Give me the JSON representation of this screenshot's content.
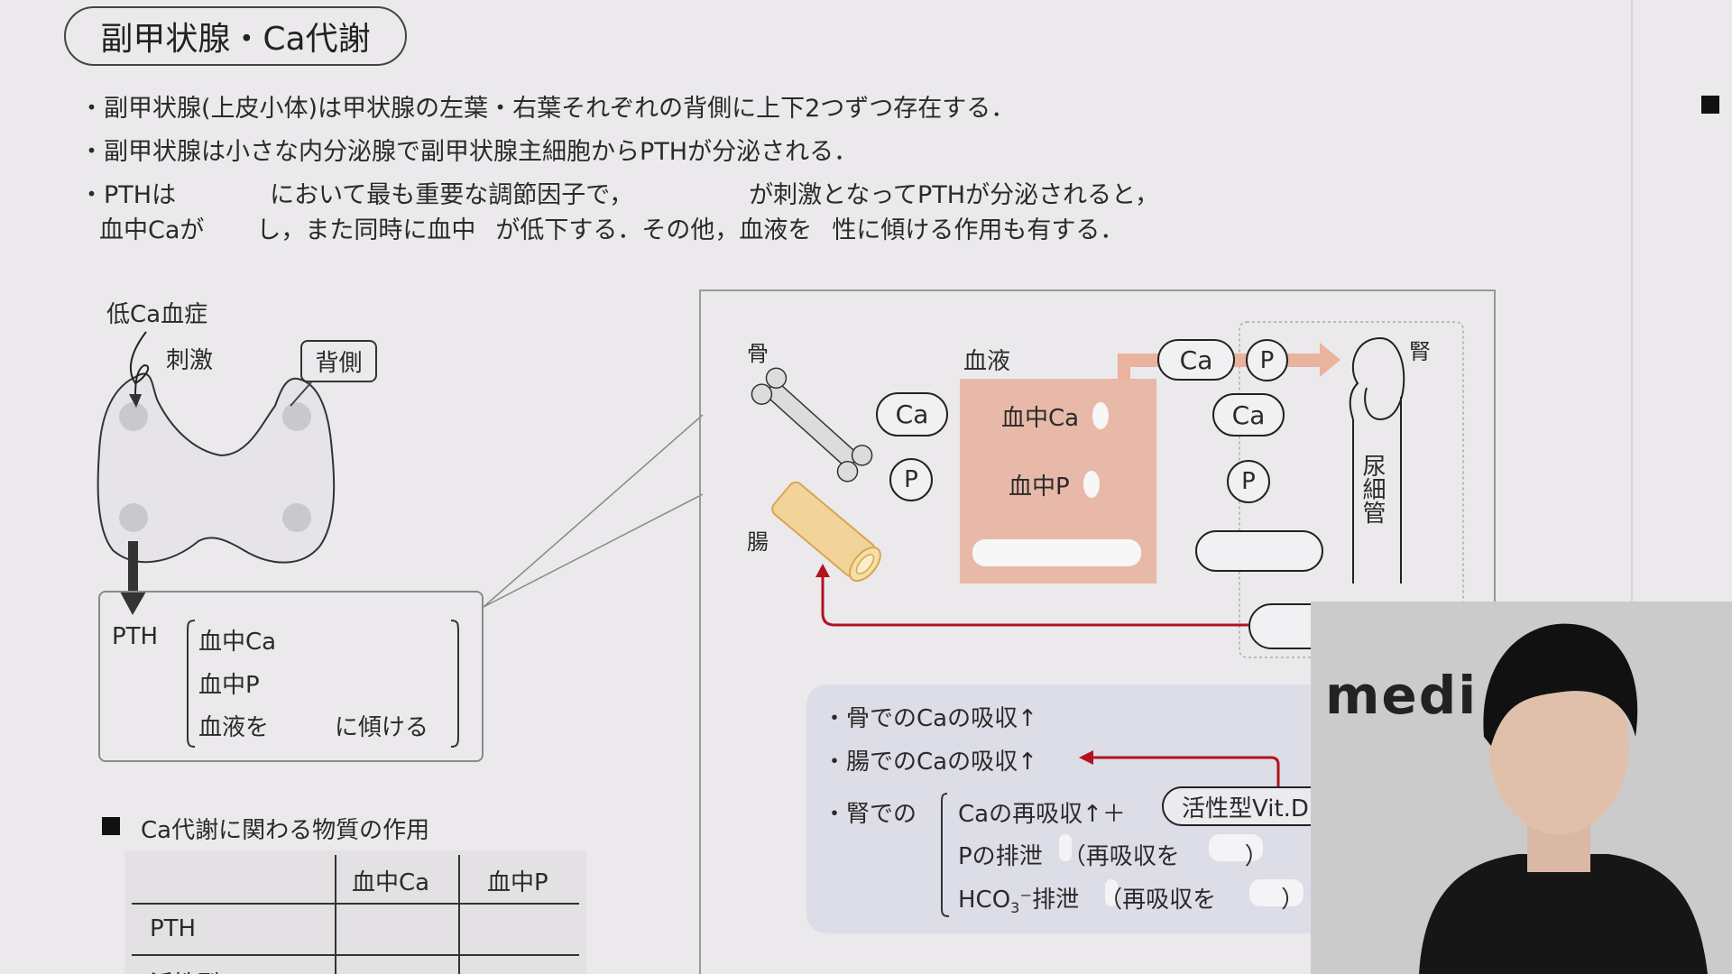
{
  "title": "副甲状腺・Ca代謝",
  "bullets": {
    "line1": "・副甲状腺(上皮小体)は甲状腺の左葉・右葉それぞれの背側に上下2つずつ存在する．",
    "line2": "・副甲状腺は小さな内分泌腺で副甲状腺主細胞からPTHが分泌される．",
    "line3": [
      "・PTHは",
      "において最も重要な調節因子で，",
      "が刺激となってPTHが分泌されると，"
    ],
    "line4": [
      "血中Caが",
      "し，また同時に血中",
      "が低下する．その他，血液を",
      "性に傾ける作用も有する．"
    ]
  },
  "left_diagram": {
    "cause": "低Ca血症",
    "stimulus": "刺激",
    "dorsal_label": "背側",
    "pth": "PTH",
    "effects": [
      "血中Ca",
      "血中P",
      "血液を",
      "に傾ける"
    ]
  },
  "table": {
    "heading": "Ca代謝に関わる物質の作用",
    "columns": [
      "",
      "血中Ca",
      "血中P"
    ],
    "rows": [
      "PTH",
      "活性型Vit.D"
    ]
  },
  "diagram": {
    "bone": "骨",
    "intestine": "腸",
    "blood": "血液",
    "kidney": "腎",
    "tubule": "尿細管",
    "ca": "Ca",
    "p": "P",
    "blood_ca": "血中Ca",
    "blood_p": "血中P"
  },
  "summary": {
    "bone": "・骨でのCaの吸収↑",
    "intestine": "・腸でのCaの吸収↑",
    "kidney": "・腎での",
    "ca_reabs": "Caの再吸収↑＋",
    "vitd": "活性型Vit.D",
    "p_excr": "Pの排泄",
    "reabs_open": "（再吸収を",
    "close": "）",
    "hco": "HCO",
    "sub3": "3",
    "hco_excr": "⁻排泄"
  },
  "webcam": {
    "logo": "medi"
  },
  "colors": {
    "blood": "#e8b9a8",
    "arrow_red": "#b3121f",
    "flow": "#e9b39e"
  }
}
